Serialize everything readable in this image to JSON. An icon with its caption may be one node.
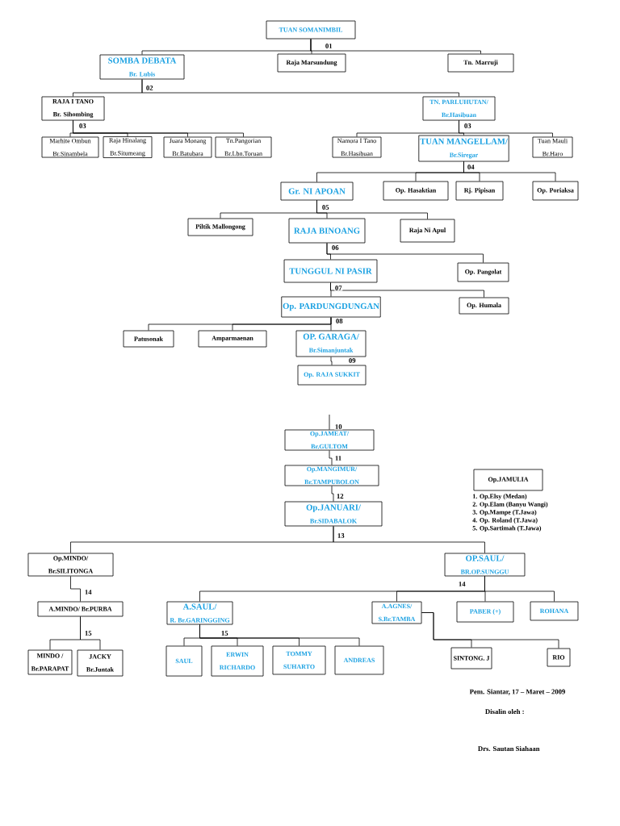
{
  "diagram": {
    "nodes": [
      {
        "text": [
          "TUAN SOMANIMBIL"
        ]
      },
      {
        "text": [
          "SOMBA DEBATA",
          "Br. Lubis"
        ]
      },
      {
        "text": [
          "Raja Marsundung"
        ]
      },
      {
        "text": [
          "Tn. Marruji"
        ]
      },
      {
        "text": [
          "RAJA I TANO",
          "Br. Sihombing"
        ]
      },
      {
        "text": [
          "TN. PARLUHUTAN/",
          "Br.Hasibuan"
        ]
      },
      {
        "text": [
          "Marhite Ombun",
          "Br.Sinambela"
        ]
      },
      {
        "text": [
          "Raja Hinalang",
          "Br.Situmeang"
        ]
      },
      {
        "text": [
          "Juara Monang",
          "Br.Batubara"
        ]
      },
      {
        "text": [
          "Tn.Pangorian",
          "Br.Lbn.Toruan"
        ]
      },
      {
        "text": [
          "Namora I Tano",
          "Br.Hasibuan"
        ]
      },
      {
        "text": [
          "TUAN MANGELLAM/",
          "Br.Siregar"
        ]
      },
      {
        "text": [
          "Tuan Mauli",
          "Br.Haro"
        ]
      },
      {
        "text": [
          "Gr. NI APOAN"
        ]
      },
      {
        "text": [
          "Op. Hasaktian"
        ]
      },
      {
        "text": [
          "Rj. Pipisan"
        ]
      },
      {
        "text": [
          "Op. Poriaksa"
        ]
      },
      {
        "text": [
          "Piltik Mallongong"
        ]
      },
      {
        "text": [
          "RAJA BINOANG"
        ]
      },
      {
        "text": [
          "Raja Ni Apul"
        ]
      },
      {
        "text": [
          "TUNGGUL NI PASIR"
        ]
      },
      {
        "text": [
          "Op. Pangolat"
        ]
      },
      {
        "text": [
          "Op. PARDUNGDUNGAN"
        ]
      },
      {
        "text": [
          "Op. Humala"
        ]
      },
      {
        "text": [
          "Patusonak"
        ]
      },
      {
        "text": [
          "Amparmaenan"
        ]
      },
      {
        "text": [
          "OP. GARAGA/",
          "Br.Simanjuntak"
        ]
      },
      {
        "text": [
          "Op. RAJA SUKKIT"
        ]
      },
      {
        "text": [
          "Op.JAMEAT/",
          "Br.GULTOM"
        ]
      },
      {
        "text": [
          "Op.MANGIMUR/",
          "Br.TAMPUBOLON"
        ]
      },
      {
        "text": [
          "Op.JANUARI/",
          "Br.SIDABALOK"
        ]
      },
      {
        "text": [
          "Op.JAMULIA"
        ],
        "beside": [
          "1. Op.Elsy (Medan)",
          "2. Op.Elam (Banyu Wangi)",
          "3. Op.Mampe (T.Jawa)",
          "4. Op. Roland (T.Jawa)",
          "5. Op.Sartimah (T.Jawa)"
        ]
      },
      {
        "text": [
          "Op.MINDO/",
          "Br.SILITONGA"
        ]
      },
      {
        "text": [
          "OP.SAUL/",
          "BR.OP.SUNGGU"
        ]
      },
      {
        "text": [
          "A.MINDO/ Br.PURBA"
        ]
      },
      {
        "text": [
          "A.SAUL/",
          "R. Br.GARINGGING"
        ]
      },
      {
        "text": [
          "A.AGNES/",
          "S.Br.TAMBA"
        ]
      },
      {
        "text": [
          "PABER (+)"
        ]
      },
      {
        "text": [
          "ROHANA"
        ]
      },
      {
        "text": [
          "MINDO /",
          "Br.PARAPAT"
        ]
      },
      {
        "text": [
          "JACKY",
          "Br.Juntak"
        ]
      },
      {
        "text": [
          "SAUL"
        ]
      },
      {
        "text": [
          "ERWIN RICHARDO"
        ]
      },
      {
        "text": [
          "TOMMY SUHARTO"
        ]
      },
      {
        "text": [
          "ANDREAS"
        ]
      },
      {
        "text": [
          "SINTONG. J"
        ]
      },
      {
        "text": [
          "RIO"
        ]
      }
    ],
    "edges": [
      {
        "from": 0,
        "to": 1,
        "arrow": "none"
      },
      {
        "from": 0,
        "to": 2,
        "arrow": "none"
      },
      {
        "from": 0,
        "to": 3,
        "arrow": "none"
      },
      {
        "from": 1,
        "to": 4,
        "arrow": "none"
      },
      {
        "from": 1,
        "to": 5,
        "arrow": "none"
      },
      {
        "from": 4,
        "to": 6,
        "arrow": "none"
      },
      {
        "from": 4,
        "to": 7,
        "arrow": "none"
      },
      {
        "from": 4,
        "to": 8,
        "arrow": "none"
      },
      {
        "from": 4,
        "to": 9,
        "arrow": "none"
      },
      {
        "from": 5,
        "to": 10,
        "arrow": "none"
      },
      {
        "from": 5,
        "to": 11,
        "arrow": "none"
      },
      {
        "from": 5,
        "to": 12,
        "arrow": "none"
      },
      {
        "from": 11,
        "to": 13,
        "arrow": "none"
      },
      {
        "from": 11,
        "to": 14,
        "arrow": "none"
      },
      {
        "from": 11,
        "to": 15,
        "arrow": "none"
      },
      {
        "from": 11,
        "to": 16,
        "arrow": "none"
      },
      {
        "from": 13,
        "to": 17,
        "arrow": "none"
      },
      {
        "from": 13,
        "to": 18,
        "arrow": "none"
      },
      {
        "from": 13,
        "to": 19,
        "arrow": "none"
      },
      {
        "from": 18,
        "to": 20,
        "arrow": "none"
      },
      {
        "from": 18,
        "to": 21,
        "arrow": "none"
      },
      {
        "from": 20,
        "to": 22,
        "arrow": "none"
      },
      {
        "from": 20,
        "to": 23,
        "arrow": "none"
      },
      {
        "from": 22,
        "to": 24,
        "arrow": "none"
      },
      {
        "from": 22,
        "to": 25,
        "arrow": "none"
      },
      {
        "from": 22,
        "to": 26,
        "arrow": "none"
      },
      {
        "from": 26,
        "to": 27,
        "arrow": "none"
      },
      {
        "from": null,
        "to": 28,
        "arrow": "none"
      },
      {
        "from": 28,
        "to": 29,
        "arrow": "none"
      },
      {
        "from": 29,
        "to": 30,
        "arrow": "none"
      },
      {
        "from": 30,
        "to": 32,
        "arrow": "none"
      },
      {
        "from": 30,
        "to": 33,
        "arrow": "none"
      },
      {
        "from": 32,
        "to": 34,
        "arrow": "none"
      },
      {
        "from": 33,
        "to": 35,
        "arrow": "none"
      },
      {
        "from": 33,
        "to": 36,
        "arrow": "none"
      },
      {
        "from": 33,
        "to": 37,
        "arrow": "none"
      },
      {
        "from": 33,
        "to": 38,
        "arrow": "none"
      },
      {
        "from": 34,
        "to": 39,
        "arrow": "none"
      },
      {
        "from": 34,
        "to": 40,
        "arrow": "none"
      },
      {
        "from": 35,
        "to": 41,
        "arrow": "none"
      },
      {
        "from": 35,
        "to": 42,
        "arrow": "none"
      },
      {
        "from": 35,
        "to": 43,
        "arrow": "none"
      },
      {
        "from": 35,
        "to": 44,
        "arrow": "none"
      },
      {
        "from": 36,
        "to": 45,
        "arrow": "none"
      },
      {
        "from": 36,
        "to": 46,
        "arrow": "none"
      }
    ],
    "labels": [
      "01",
      "02",
      "03",
      "03",
      "04",
      "05",
      "06",
      "07",
      "08",
      "09",
      "10",
      "11",
      "12",
      "13",
      "14",
      "14",
      "15",
      "15",
      "Pem. Siantar, 17 – Maret – 2009",
      "Disalin oleh :",
      "Drs. Sautan Siahaan"
    ]
  }
}
